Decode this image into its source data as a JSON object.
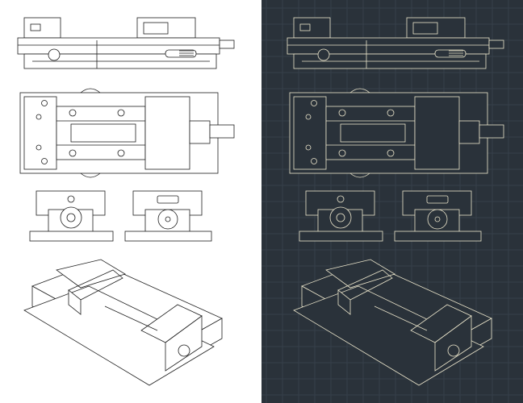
{
  "colors": {
    "light_background": "#ffffff",
    "light_lines": "#1e1e1e",
    "dark_background": "#2a323a",
    "dark_grid": "#36404a",
    "dark_lines": "#ece6cc",
    "screw_fill": "#e6dcc0"
  },
  "panels": [
    {
      "name": "light-blueprint",
      "views": [
        "side-elevation",
        "top-plan",
        "end-view-left",
        "end-view-right",
        "isometric"
      ]
    },
    {
      "name": "dark-blueprint",
      "views": [
        "side-elevation",
        "top-plan",
        "end-view-left",
        "end-view-right",
        "isometric"
      ]
    }
  ]
}
